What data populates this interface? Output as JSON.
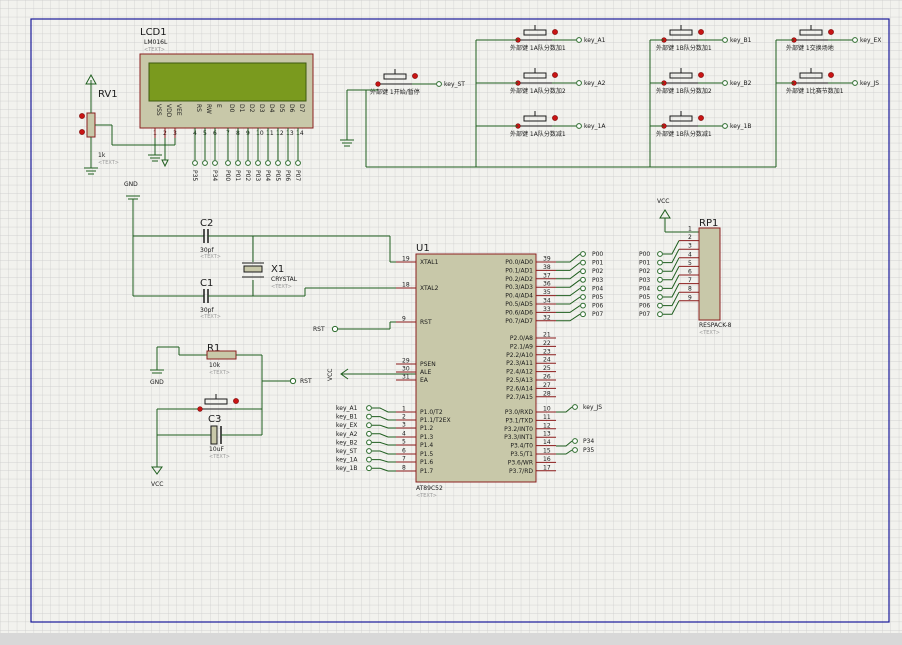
{
  "lcd": {
    "ref": "LCD1",
    "model": "LM016L",
    "text": "<TEXT>",
    "pins": [
      "VSS",
      "VDD",
      "VEE",
      "RS",
      "RW",
      "E",
      "D0",
      "D1",
      "D2",
      "D3",
      "D4",
      "D5",
      "D6",
      "D7"
    ],
    "pin_numbers": [
      "1",
      "2",
      "3",
      "4",
      "5",
      "6",
      "7",
      "8",
      "9",
      "10",
      "11",
      "12",
      "13",
      "14"
    ],
    "terminals": [
      "P35",
      "P34",
      "P00",
      "P01",
      "P02",
      "P03",
      "P04",
      "P05",
      "P06",
      "P07"
    ]
  },
  "rv1": {
    "ref": "RV1",
    "value": "1k",
    "text": "<TEXT>"
  },
  "gnd_label": "GND",
  "vcc_label": "VCC",
  "c2": {
    "ref": "C2",
    "value": "30pf",
    "text": "<TEXT>"
  },
  "c1": {
    "ref": "C1",
    "value": "30pf",
    "text": "<TEXT>"
  },
  "x1": {
    "ref": "X1",
    "value": "CRYSTAL",
    "text": "<TEXT>"
  },
  "r1": {
    "ref": "R1",
    "value": "10k",
    "text": "<TEXT>"
  },
  "c3": {
    "ref": "C3",
    "value": "10uF",
    "text": "<TEXT>"
  },
  "rst_label": "RST",
  "u1": {
    "ref": "U1",
    "model": "AT89C52",
    "text": "<TEXT>",
    "left_pins": [
      {
        "num": "19",
        "name": "XTAL1"
      },
      {
        "num": "18",
        "name": "XTAL2"
      },
      {
        "num": "9",
        "name": "RST"
      },
      {
        "num": "29",
        "name": "PSEN"
      },
      {
        "num": "30",
        "name": "ALE"
      },
      {
        "num": "31",
        "name": "EA"
      },
      {
        "num": "1",
        "name": "P1.0/T2"
      },
      {
        "num": "2",
        "name": "P1.1/T2EX"
      },
      {
        "num": "3",
        "name": "P1.2"
      },
      {
        "num": "4",
        "name": "P1.3"
      },
      {
        "num": "5",
        "name": "P1.4"
      },
      {
        "num": "6",
        "name": "P1.5"
      },
      {
        "num": "7",
        "name": "P1.6"
      },
      {
        "num": "8",
        "name": "P1.7"
      }
    ],
    "right_pins": [
      {
        "num": "39",
        "name": "P0.0/AD0"
      },
      {
        "num": "38",
        "name": "P0.1/AD1"
      },
      {
        "num": "37",
        "name": "P0.2/AD2"
      },
      {
        "num": "36",
        "name": "P0.3/AD3"
      },
      {
        "num": "35",
        "name": "P0.4/AD4"
      },
      {
        "num": "34",
        "name": "P0.5/AD5"
      },
      {
        "num": "33",
        "name": "P0.6/AD6"
      },
      {
        "num": "32",
        "name": "P0.7/AD7"
      },
      {
        "num": "21",
        "name": "P2.0/A8"
      },
      {
        "num": "22",
        "name": "P2.1/A9"
      },
      {
        "num": "23",
        "name": "P2.2/A10"
      },
      {
        "num": "24",
        "name": "P2.3/A11"
      },
      {
        "num": "25",
        "name": "P2.4/A12"
      },
      {
        "num": "26",
        "name": "P2.5/A13"
      },
      {
        "num": "27",
        "name": "P2.6/A14"
      },
      {
        "num": "28",
        "name": "P2.7/A15"
      },
      {
        "num": "10",
        "name": "P3.0/RXD"
      },
      {
        "num": "11",
        "name": "P3.1/TXD"
      },
      {
        "num": "12",
        "name": "P3.2/INT0"
      },
      {
        "num": "13",
        "name": "P3.3/INT1"
      },
      {
        "num": "14",
        "name": "P3.4/T0"
      },
      {
        "num": "15",
        "name": "P3.5/T1"
      },
      {
        "num": "16",
        "name": "P3.6/WR"
      },
      {
        "num": "17",
        "name": "P3.7/RD"
      }
    ],
    "p0_terms": [
      "P00",
      "P01",
      "P02",
      "P03",
      "P04",
      "P05",
      "P06",
      "P07"
    ],
    "p1_terms": [
      "key_A1",
      "key_B1",
      "key_EX",
      "key_A2",
      "key_B2",
      "key_ST",
      "key_1A",
      "key_1B"
    ],
    "p3_terms": [
      "key_JS",
      "P34",
      "P35"
    ]
  },
  "rp1": {
    "ref": "RP1",
    "model": "RESPACK-8",
    "text": "<TEXT>",
    "vcc": "VCC",
    "pins": [
      "1",
      "2",
      "3",
      "4",
      "5",
      "6",
      "7",
      "8",
      "9"
    ],
    "terms": [
      "P00",
      "P01",
      "P02",
      "P03",
      "P04",
      "P05",
      "P06",
      "P07"
    ]
  },
  "buttons": [
    {
      "net": "key_ST",
      "label": "外部键 1开始/暂停"
    },
    {
      "net": "key_A1",
      "label": "外部键 1A队分数加1"
    },
    {
      "net": "key_A2",
      "label": "外部键 1A队分数加2"
    },
    {
      "net": "key_1A",
      "label": "外部键 1A队分数减1"
    },
    {
      "net": "key_B1",
      "label": "外部键 1B队分数加1"
    },
    {
      "net": "key_B2",
      "label": "外部键 1B队分数加2"
    },
    {
      "net": "key_1B",
      "label": "外部键 1B队分数减1"
    },
    {
      "net": "key_EX",
      "label": "外部键 1交换场地"
    },
    {
      "net": "key_JS",
      "label": "外部键 1比赛节数加1"
    }
  ]
}
